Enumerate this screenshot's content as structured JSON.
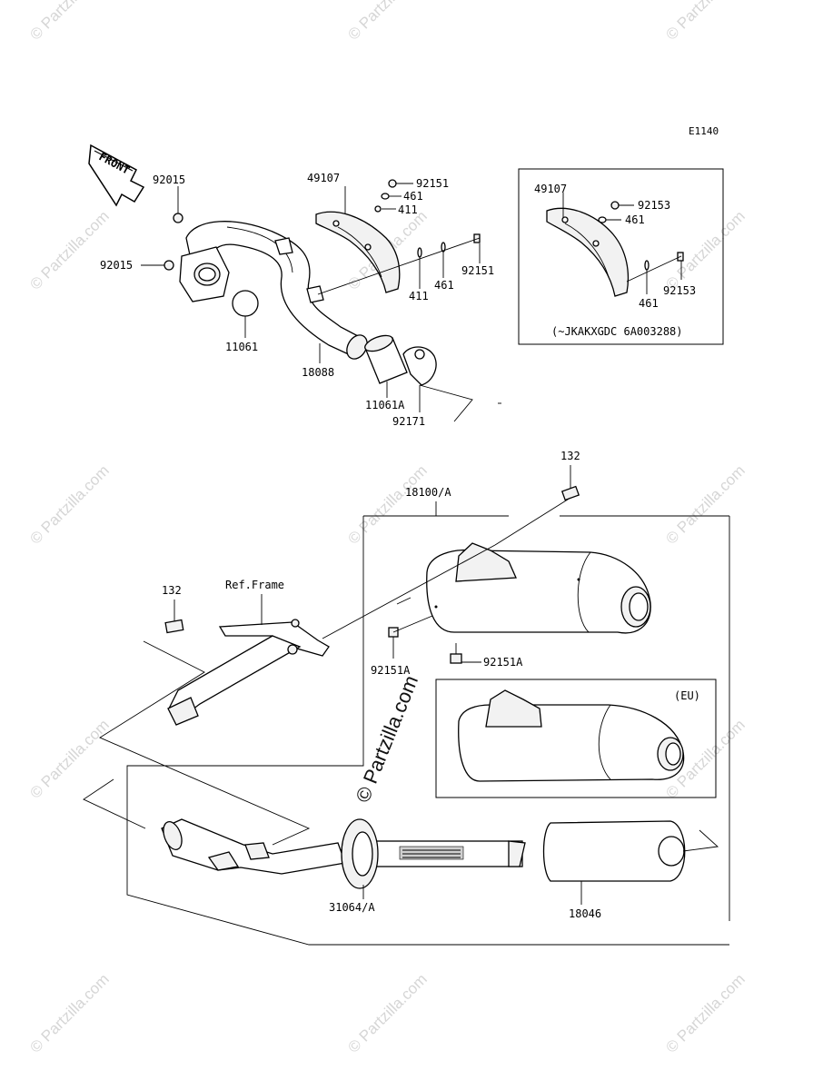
{
  "diagram_id": "E1140",
  "front_label": "FRONT",
  "watermark": "© Partzilla.com",
  "watermark_center": "© Partzilla.com",
  "labels": {
    "p92015_top": "92015",
    "p92015_left": "92015",
    "p11061": "11061",
    "p18088": "18088",
    "p49107": "49107",
    "p92151_top": "92151",
    "p461_top": "461",
    "p411_top": "411",
    "p411_bottom": "411",
    "p461_bottom": "461",
    "p92151_right": "92151",
    "p11061A": "11061A",
    "p92171": "92171",
    "inset_49107": "49107",
    "inset_92153_top": "92153",
    "inset_461_top": "461",
    "inset_461_bottom": "461",
    "inset_92153_bottom": "92153",
    "inset_note": "(~JKAKXGDC 6A003288)",
    "p132_top": "132",
    "p18100A": "18100/A",
    "ref_frame": "Ref.Frame",
    "p132_left": "132",
    "p92151A_left": "92151A",
    "p92151A_right": "92151A",
    "eu": "(EU)",
    "p31064A": "31064/A",
    "p18046": "18046"
  }
}
